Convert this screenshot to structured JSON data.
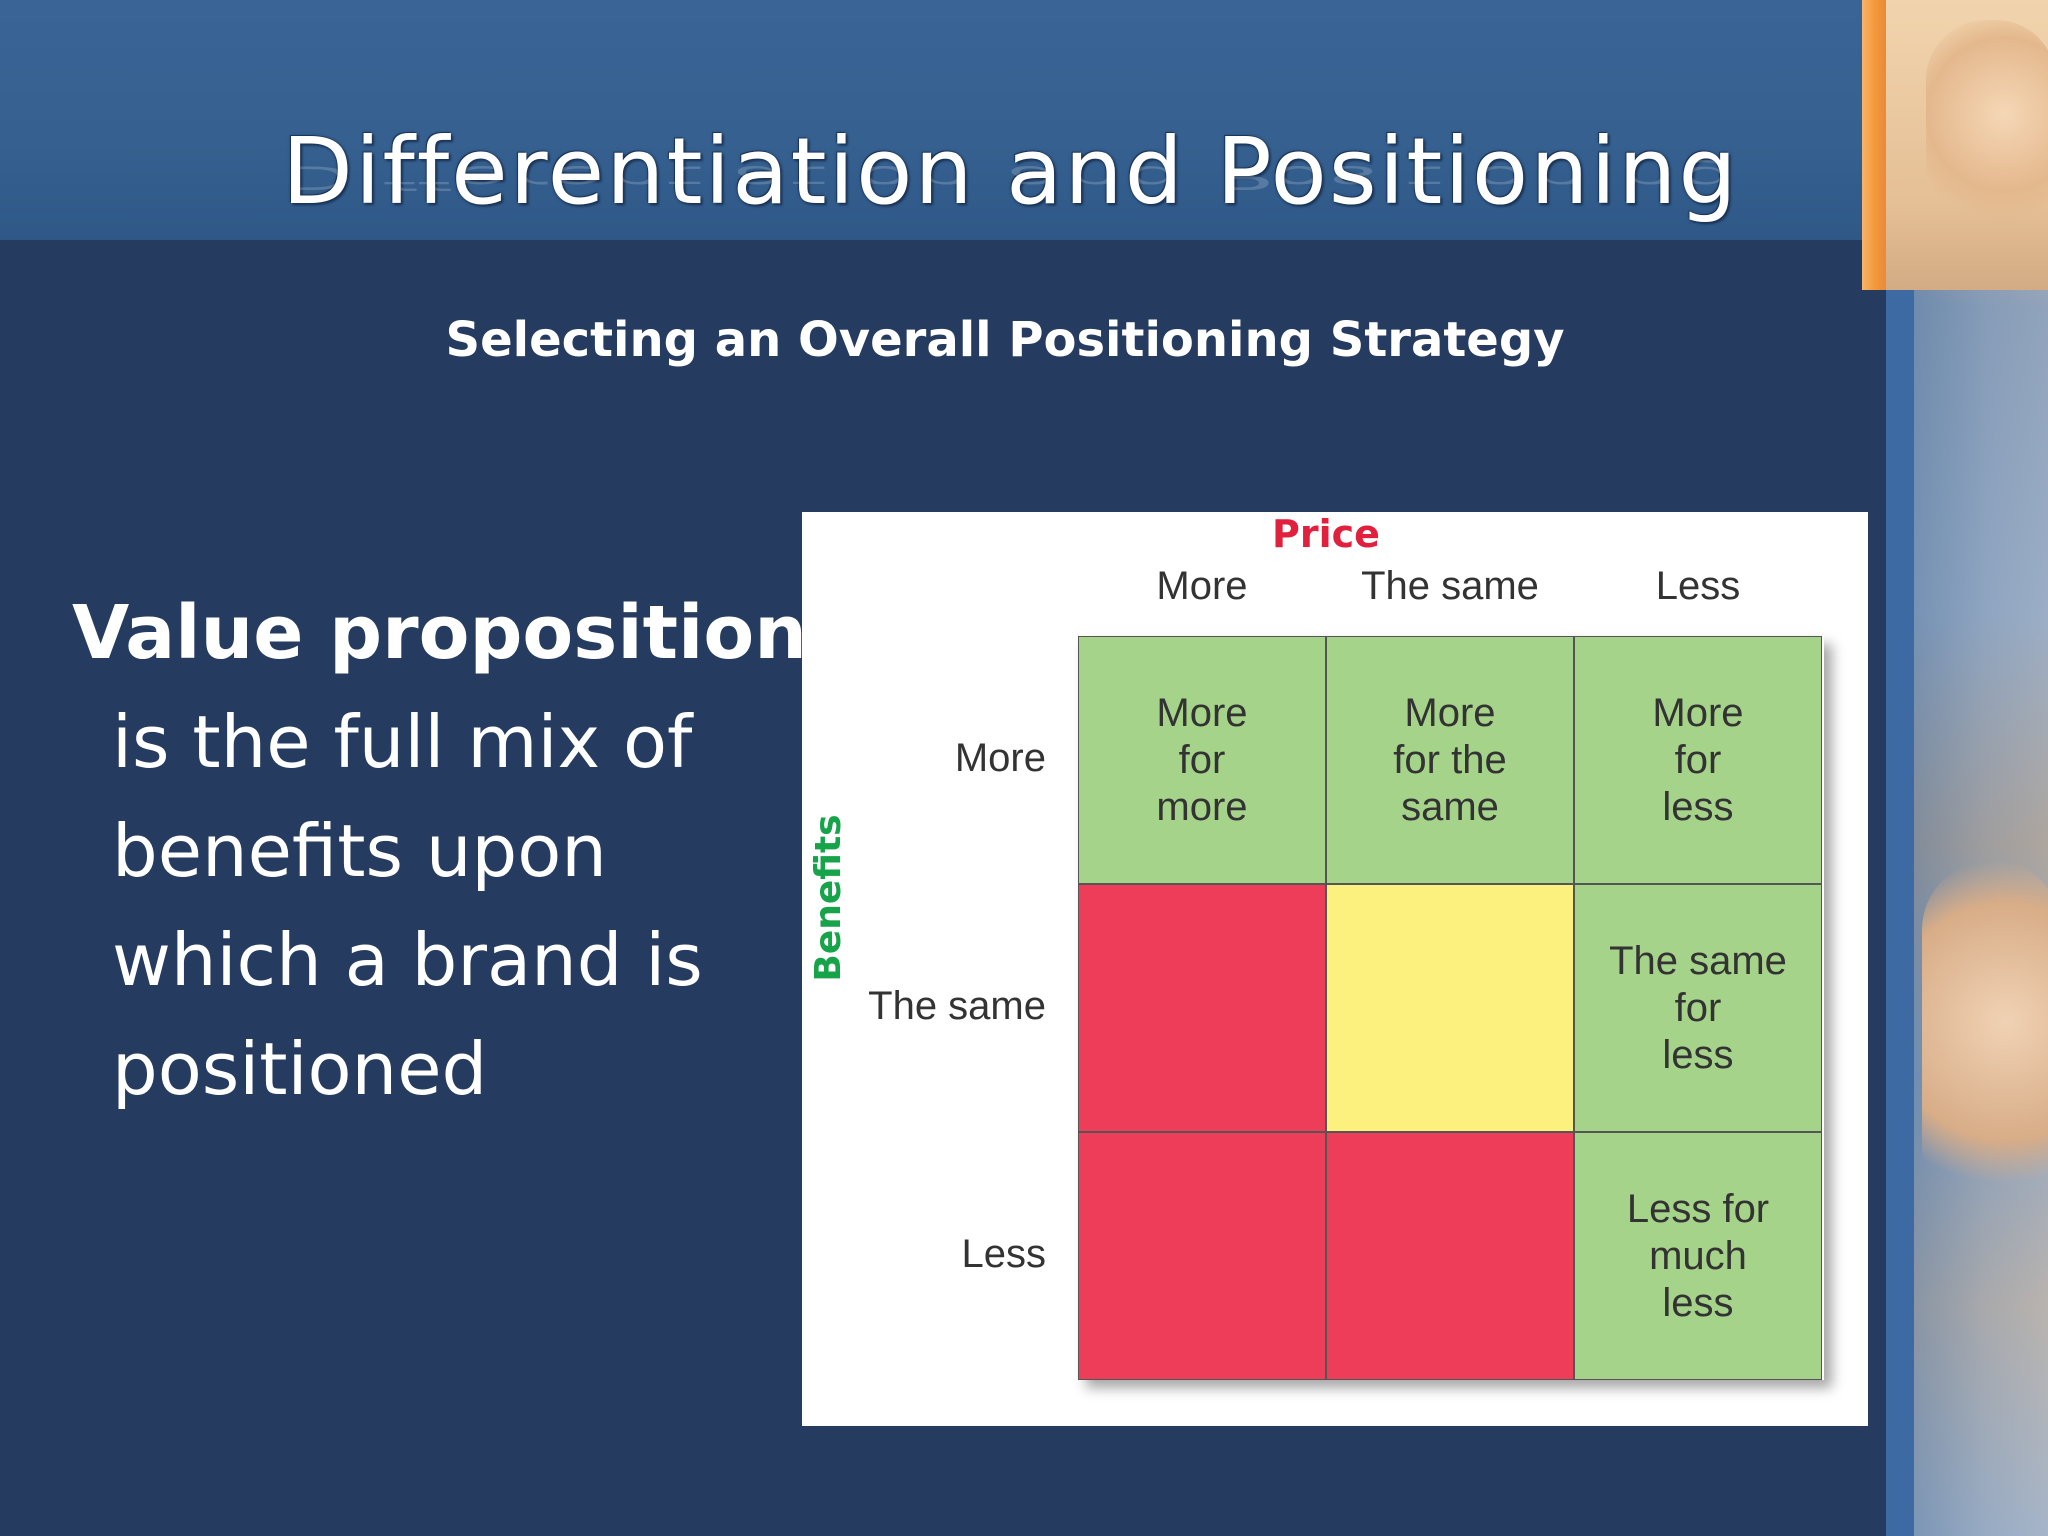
{
  "slide": {
    "title": "Differentiation and Positioning",
    "subtitle": "Selecting an Overall Positioning Strategy",
    "body_lead": "Value proposition",
    "body_lines": [
      "is the full mix of",
      "benefits upon",
      "which a brand is",
      "positioned"
    ]
  },
  "diagram": {
    "column_axis_title": "Price",
    "row_axis_title": "Benefits",
    "columns": [
      "More",
      "The same",
      "Less"
    ],
    "rows": [
      "More",
      "The same",
      "Less"
    ],
    "cells": [
      [
        "More\nfor\nmore",
        "More\nfor the\nsame",
        "More\nfor\nless"
      ],
      [
        "",
        "",
        "The same\nfor\nless"
      ],
      [
        "",
        "",
        "Less for\nmuch\nless"
      ]
    ],
    "cell_colors": [
      [
        "#a6d38a",
        "#a6d38a",
        "#a6d38a"
      ],
      [
        "#ee3d58",
        "#fcf07e",
        "#a6d38a"
      ],
      [
        "#ee3d58",
        "#ee3d58",
        "#a6d38a"
      ]
    ]
  }
}
